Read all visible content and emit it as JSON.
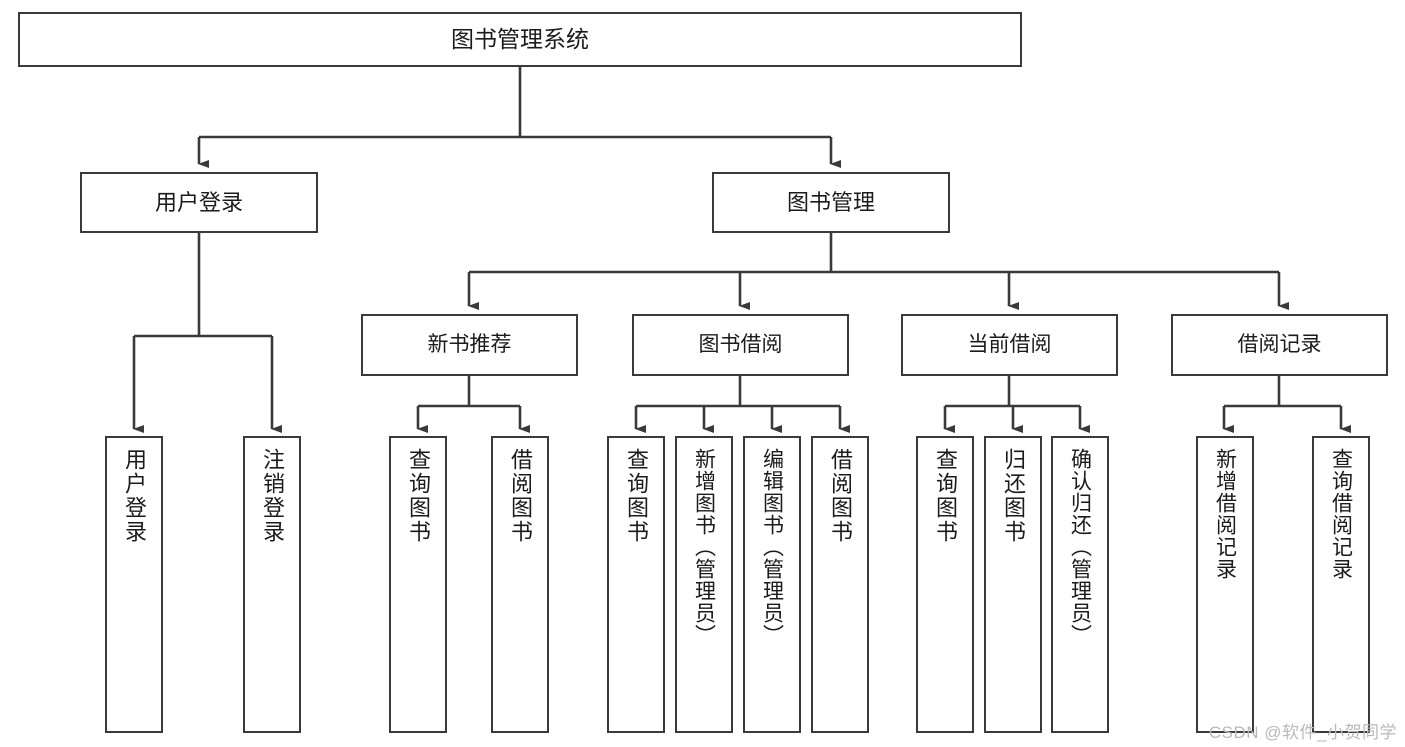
{
  "diagram": {
    "title": "图书管理系统",
    "type": "tree-hierarchy",
    "orientation": "top-down",
    "colors": {
      "background": "#ffffff",
      "stroke": "#3a3a3a",
      "text": "#1b1b1b",
      "watermark": "#b9b9b9"
    }
  },
  "nodes": {
    "root": {
      "label": "图书管理系统",
      "level": 1
    },
    "level2": [
      {
        "id": "user-login",
        "label": "用户登录"
      },
      {
        "id": "book-management",
        "label": "图书管理"
      }
    ],
    "level3": [
      {
        "id": "new-book-recommend",
        "label": "新书推荐",
        "parent": "book-management"
      },
      {
        "id": "book-borrow",
        "label": "图书借阅",
        "parent": "book-management"
      },
      {
        "id": "current-borrow",
        "label": "当前借阅",
        "parent": "book-management"
      },
      {
        "id": "borrow-record",
        "label": "借阅记录",
        "parent": "book-management"
      }
    ],
    "leaves": [
      {
        "id": "leaf-user-login",
        "label": "用户登录",
        "parent": "user-login"
      },
      {
        "id": "leaf-logout-login",
        "label": "注销登录",
        "parent": "user-login"
      },
      {
        "id": "leaf-query-book-1",
        "label": "查询图书",
        "parent": "new-book-recommend"
      },
      {
        "id": "leaf-borrow-book-1",
        "label": "借阅图书",
        "parent": "new-book-recommend"
      },
      {
        "id": "leaf-query-book-2",
        "label": "查询图书",
        "parent": "book-borrow"
      },
      {
        "id": "leaf-add-book-admin",
        "label": "新增图书（管理员）",
        "parent": "book-borrow"
      },
      {
        "id": "leaf-edit-book-admin",
        "label": "编辑图书（管理员）",
        "parent": "book-borrow"
      },
      {
        "id": "leaf-borrow-book-2",
        "label": "借阅图书",
        "parent": "book-borrow"
      },
      {
        "id": "leaf-query-book-3",
        "label": "查询图书",
        "parent": "current-borrow"
      },
      {
        "id": "leaf-return-book",
        "label": "归还图书",
        "parent": "current-borrow"
      },
      {
        "id": "leaf-confirm-return-admin",
        "label": "确认归还（管理员）",
        "parent": "current-borrow"
      },
      {
        "id": "leaf-add-borrow-record",
        "label": "新增借阅记录",
        "parent": "borrow-record"
      },
      {
        "id": "leaf-query-borrow-record",
        "label": "查询借阅记录",
        "parent": "borrow-record"
      }
    ]
  },
  "watermark": {
    "text": "CSDN @软件_小贺同学"
  }
}
